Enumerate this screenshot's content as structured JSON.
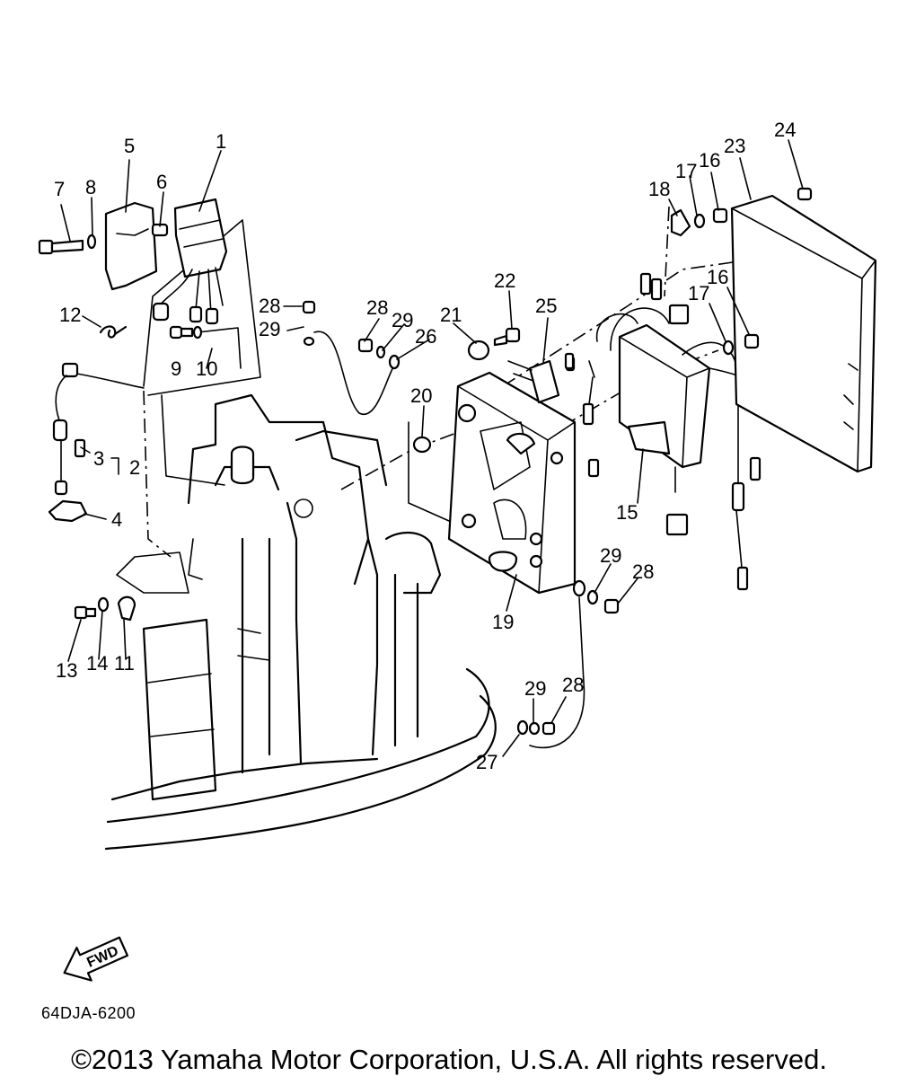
{
  "diagram_code": "64DJA-6200",
  "copyright": "©2013 Yamaha Motor Corporation, U.S.A. All rights reserved.",
  "direction_arrow": {
    "label": "FWD",
    "icon": "fwd-arrow-icon"
  },
  "callouts": [
    "1",
    "2",
    "3",
    "4",
    "5",
    "6",
    "7",
    "8",
    "9",
    "10",
    "11",
    "12",
    "13",
    "14",
    "15",
    "16",
    "16",
    "17",
    "17",
    "18",
    "19",
    "20",
    "21",
    "22",
    "23",
    "24",
    "25",
    "26",
    "27",
    "28",
    "28",
    "28",
    "28",
    "29",
    "29",
    "29",
    "29"
  ]
}
